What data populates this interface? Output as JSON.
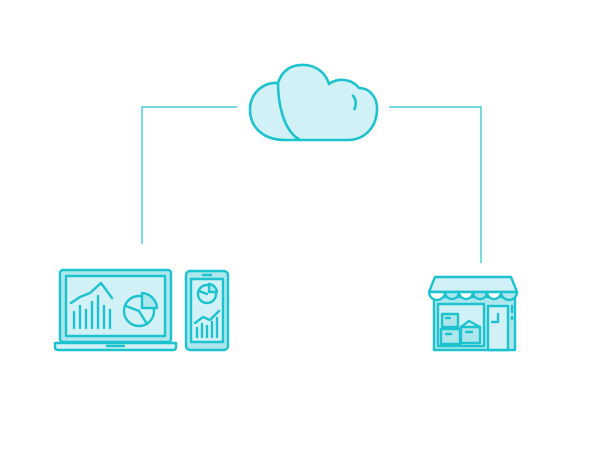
{
  "colors": {
    "stroke": "#1cc3cf",
    "fill_light": "#d2f1f6",
    "fill_mid": "#aee6ee",
    "awning_white": "#ffffff",
    "background": "#ffffff"
  },
  "nodes": {
    "cloud": {
      "icon": "cloud-icon"
    },
    "laptop": {
      "icon": "laptop-dashboard-icon"
    },
    "phone": {
      "icon": "mobile-dashboard-icon"
    },
    "store": {
      "icon": "storefront-icon"
    }
  },
  "connectors": [
    {
      "from": "cloud",
      "to": "devices"
    },
    {
      "from": "cloud",
      "to": "store"
    }
  ]
}
